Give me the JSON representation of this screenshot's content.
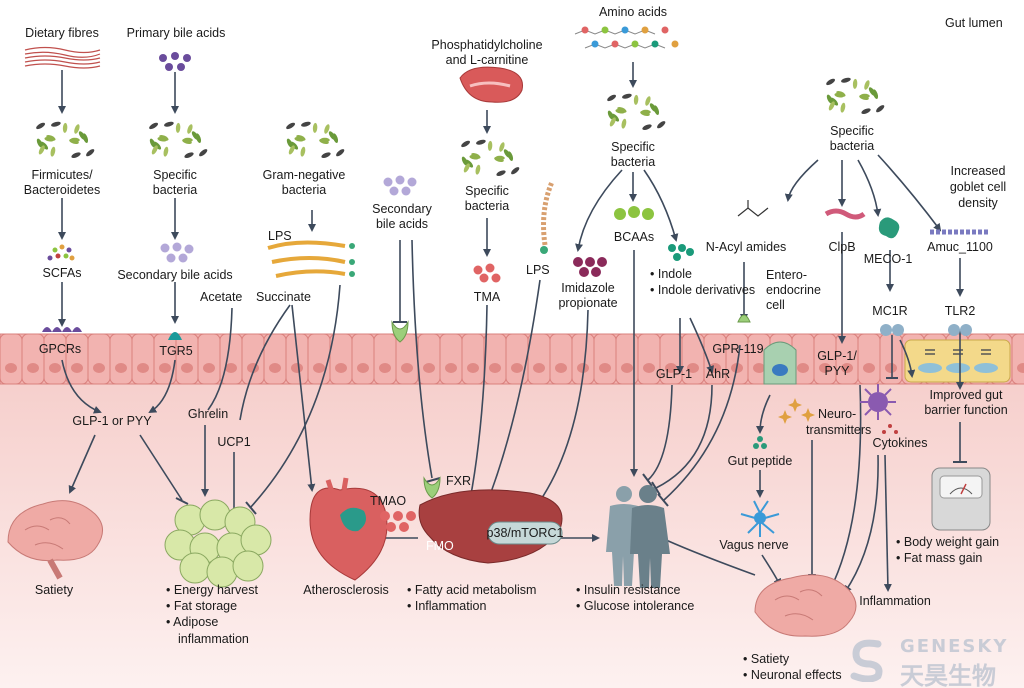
{
  "labels": {
    "gut_lumen": "Gut lumen",
    "dietary_fibres": "Dietary fibres",
    "primary_bile_acids": "Primary bile acids",
    "phosphatidylcholine": "Phosphatidylcholine",
    "and_carnitine": "and L-carnitine",
    "amino_acids": "Amino acids",
    "firmicutes": "Firmicutes/",
    "bacteroidetes": "Bacteroidetes",
    "specific": "Specific",
    "bacteria": "bacteria",
    "gram_negative": "Gram-negative",
    "secondary": "Secondary",
    "bile_acids": "bile acids",
    "scfas": "SCFAs",
    "secondary_bile_acids": "Secondary bile acids",
    "lps": "LPS",
    "acetate": "Acetate",
    "succinate": "Succinate",
    "tma": "TMA",
    "imidazole": "Imidazole",
    "propionate": "propionate",
    "bcaas": "BCAAs",
    "indole": "Indole",
    "indole_derivatives": "Indole derivatives",
    "n_acyl_amides": "N-Acyl amides",
    "enteroendocrine_1": "Entero-",
    "enteroendocrine_2": "endocrine",
    "enteroendocrine_3": "cell",
    "clpb": "ClpB",
    "meco1": "MECO-1",
    "increased": "Increased",
    "goblet_cell": "goblet cell",
    "density": "density",
    "amuc": "Amuc_1100",
    "gpcrs": "GPCRs",
    "tgr5": "TGR5",
    "gpr119": "GPR-119",
    "glp1": "GLP-1",
    "ahr": "AhR",
    "glp1_pyy_1": "GLP-1/",
    "glp1_pyy_2": "PYY",
    "mc1r": "MC1R",
    "tlr2": "TLR2",
    "glp1_or_pyy": "GLP-1 or PYY",
    "ghrelin": "Ghrelin",
    "ucp1": "UCP1",
    "neuro_1": "Neuro-",
    "neuro_2": "transmitters",
    "gut_peptide": "Gut peptide",
    "cytokines": "Cytokines",
    "improved_1": "Improved gut",
    "improved_2": "barrier function",
    "fxr": "FXR",
    "tmao": "TMAO",
    "fmo": "FMO",
    "p38": "p38/mTORC1",
    "vagus": "Vagus nerve",
    "satiety": "Satiety",
    "atherosclerosis": "Atherosclerosis",
    "inflammation": "Inflammation",
    "watermark_en": "GENESKY",
    "watermark_cn": "天昊生物"
  },
  "bullets": {
    "adipose": [
      "Energy harvest",
      "Fat storage",
      "Adipose",
      "inflammation"
    ],
    "liver": [
      "Fatty acid metabolism",
      "Inflammation"
    ],
    "metabolic": [
      "Insulin resistance",
      "Glucose intolerance"
    ],
    "brain": [
      "Satiety",
      "Neuronal effects"
    ],
    "scale": [
      "Body weight gain",
      "Fat mass gain"
    ]
  },
  "colors": {
    "arrow": "#3d4a5c",
    "epithelium": "#f2b3b0",
    "epithelium_border": "#d9807d",
    "tissue": "#fbe3e1",
    "bacteria_green": "#8fb04a",
    "bile_acid_purple": "#6a4c9c",
    "receptor_green": "#7aa840",
    "tma_red": "#e06464",
    "bcaa_green": "#8cc440",
    "indole_teal": "#1a9a7a",
    "brain_pink": "#efaaa5",
    "adipose_green": "#d8e8a8",
    "liver_red": "#a84040",
    "heart_red": "#d96060",
    "body_gray": "#8aa0aa",
    "neuron_blue": "#3a9ad8"
  }
}
